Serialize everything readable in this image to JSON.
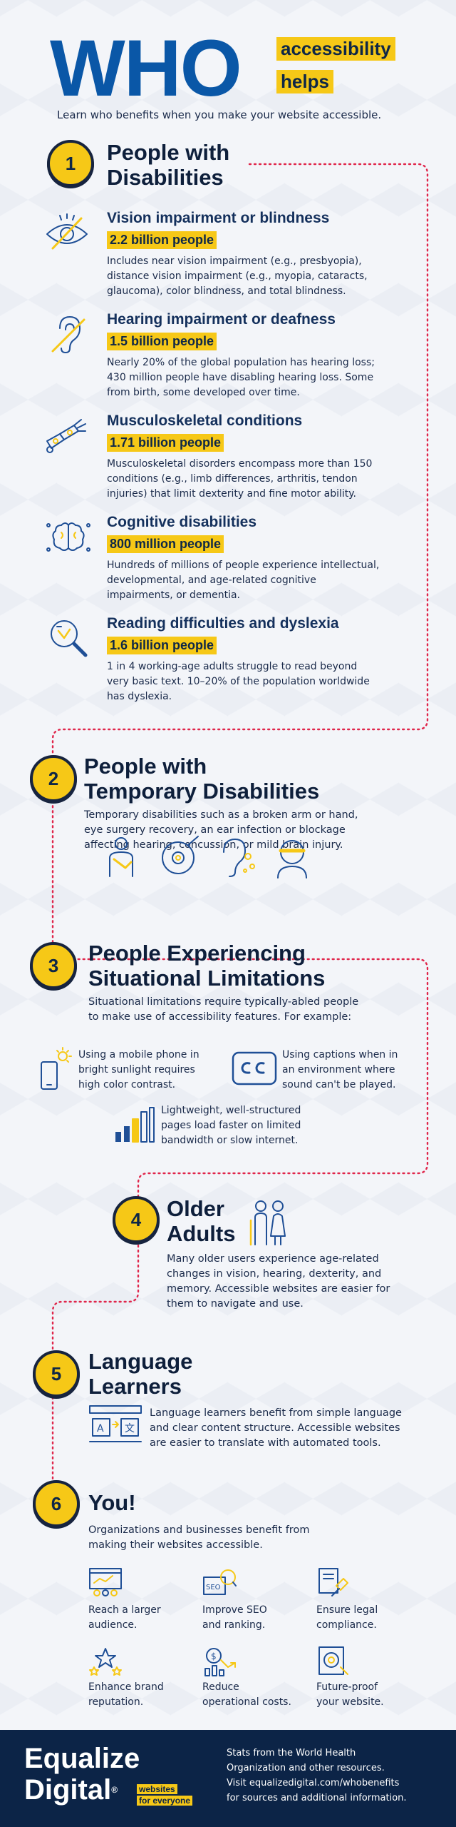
{
  "header": {
    "big": "WHO",
    "tag1": "accessibility",
    "tag2": "helps",
    "subtitle": "Learn who benefits when you make your website accessible."
  },
  "sections": [
    {
      "number": "1",
      "title1": "People with",
      "title2": "Disabilities",
      "items": [
        {
          "icon": "eye-slash-icon",
          "title": "Vision impairment or blindness",
          "badge": "2.2 billion people",
          "body": [
            "Includes near vision impairment (e.g., presbyopia),",
            "distance vision impairment (e.g., myopia, cataracts,",
            "glaucoma), color blindness, and total blindness."
          ]
        },
        {
          "icon": "ear-slash-icon",
          "title": "Hearing impairment or deafness",
          "badge": "1.5 billion people",
          "body": [
            "Nearly 20% of the global population has hearing loss;",
            "430 million people have disabling hearing loss. Some",
            "from birth, some developed over time."
          ]
        },
        {
          "icon": "prosthetic-arm-icon",
          "title": "Musculoskeletal conditions",
          "badge": "1.71 billion people",
          "body": [
            "Musculoskeletal disorders encompass more than 150",
            "conditions (e.g., limb differences, arthritis, tendon",
            "injuries) that limit dexterity and fine motor ability."
          ]
        },
        {
          "icon": "brain-icon",
          "title": "Cognitive disabilities",
          "badge": "800 million people",
          "body": [
            "Hundreds of millions of people experience intellectual,",
            "developmental, and age-related cognitive",
            "impairments, or dementia."
          ]
        },
        {
          "icon": "magnifier-text-icon",
          "title": "Reading difficulties and dyslexia",
          "badge": "1.6 billion people",
          "body": [
            "1 in 4 working-age adults struggle to read beyond",
            "very basic text. 10–20% of the population worldwide",
            "has dyslexia."
          ]
        }
      ]
    },
    {
      "number": "2",
      "title1": "People with",
      "title2": "Temporary Disabilities",
      "body": [
        "Temporary disabilities such as a broken arm or hand,",
        "eye surgery recovery, an ear infection or blockage",
        "affecting hearing, concussion, or mild brain injury."
      ]
    },
    {
      "number": "3",
      "title1": "People Experiencing",
      "title2": "Situational Limitations",
      "body": [
        "Situational limitations require typically-abled people",
        "to make use of accessibility features. For example:"
      ],
      "examples": [
        {
          "icon": "phone-sun-icon",
          "text": [
            "Using a mobile phone in",
            "bright sunlight requires",
            "high color contrast."
          ]
        },
        {
          "icon": "closed-captions-icon",
          "text": [
            "Using captions when in",
            "an environment where",
            "sound can't be played."
          ]
        },
        {
          "icon": "signal-bars-icon",
          "text": [
            "Lightweight, well-structured",
            "pages load faster on limited",
            "bandwidth or slow internet."
          ]
        }
      ]
    },
    {
      "number": "4",
      "title1": "Older",
      "title2": "Adults",
      "body": [
        "Many older users experience age-related",
        "changes in vision, hearing, dexterity, and",
        "memory. Accessible websites are easier for",
        "them to navigate and use."
      ]
    },
    {
      "number": "5",
      "title1": "Language",
      "title2": "Learners",
      "body": [
        "Language learners benefit from simple language",
        "and clear content structure. Accessible websites",
        "are easier to translate with automated tools."
      ]
    },
    {
      "number": "6",
      "title1": "You!",
      "body": [
        "Organizations and businesses benefit from",
        "making their websites accessible."
      ],
      "benefits": [
        {
          "icon": "audience-icon",
          "text": [
            "Reach a larger",
            "audience."
          ]
        },
        {
          "icon": "seo-icon",
          "text": [
            "Improve SEO",
            "and ranking."
          ]
        },
        {
          "icon": "legal-gavel-icon",
          "text": [
            "Ensure legal",
            "compliance."
          ]
        },
        {
          "icon": "brand-stars-icon",
          "text": [
            "Enhance brand",
            "reputation."
          ]
        },
        {
          "icon": "reduce-costs-icon",
          "text": [
            "Reduce",
            "operational costs."
          ]
        },
        {
          "icon": "future-proof-icon",
          "text": [
            "Future-proof",
            "your website."
          ]
        }
      ]
    }
  ],
  "footer": {
    "logo1": "Equalize",
    "logo2": "Digital",
    "reg": "®",
    "tagline1": "websites",
    "tagline2": "for everyone",
    "text": [
      "Stats from the World Health",
      "Organization and other resources.",
      "Visit equalizedigital.com/whobenefits",
      "for sources and additional information."
    ]
  },
  "colors": {
    "yellow": "#f6c817",
    "navy": "#0c2447",
    "blue": "#0a57a7",
    "path": "#e0264b"
  }
}
